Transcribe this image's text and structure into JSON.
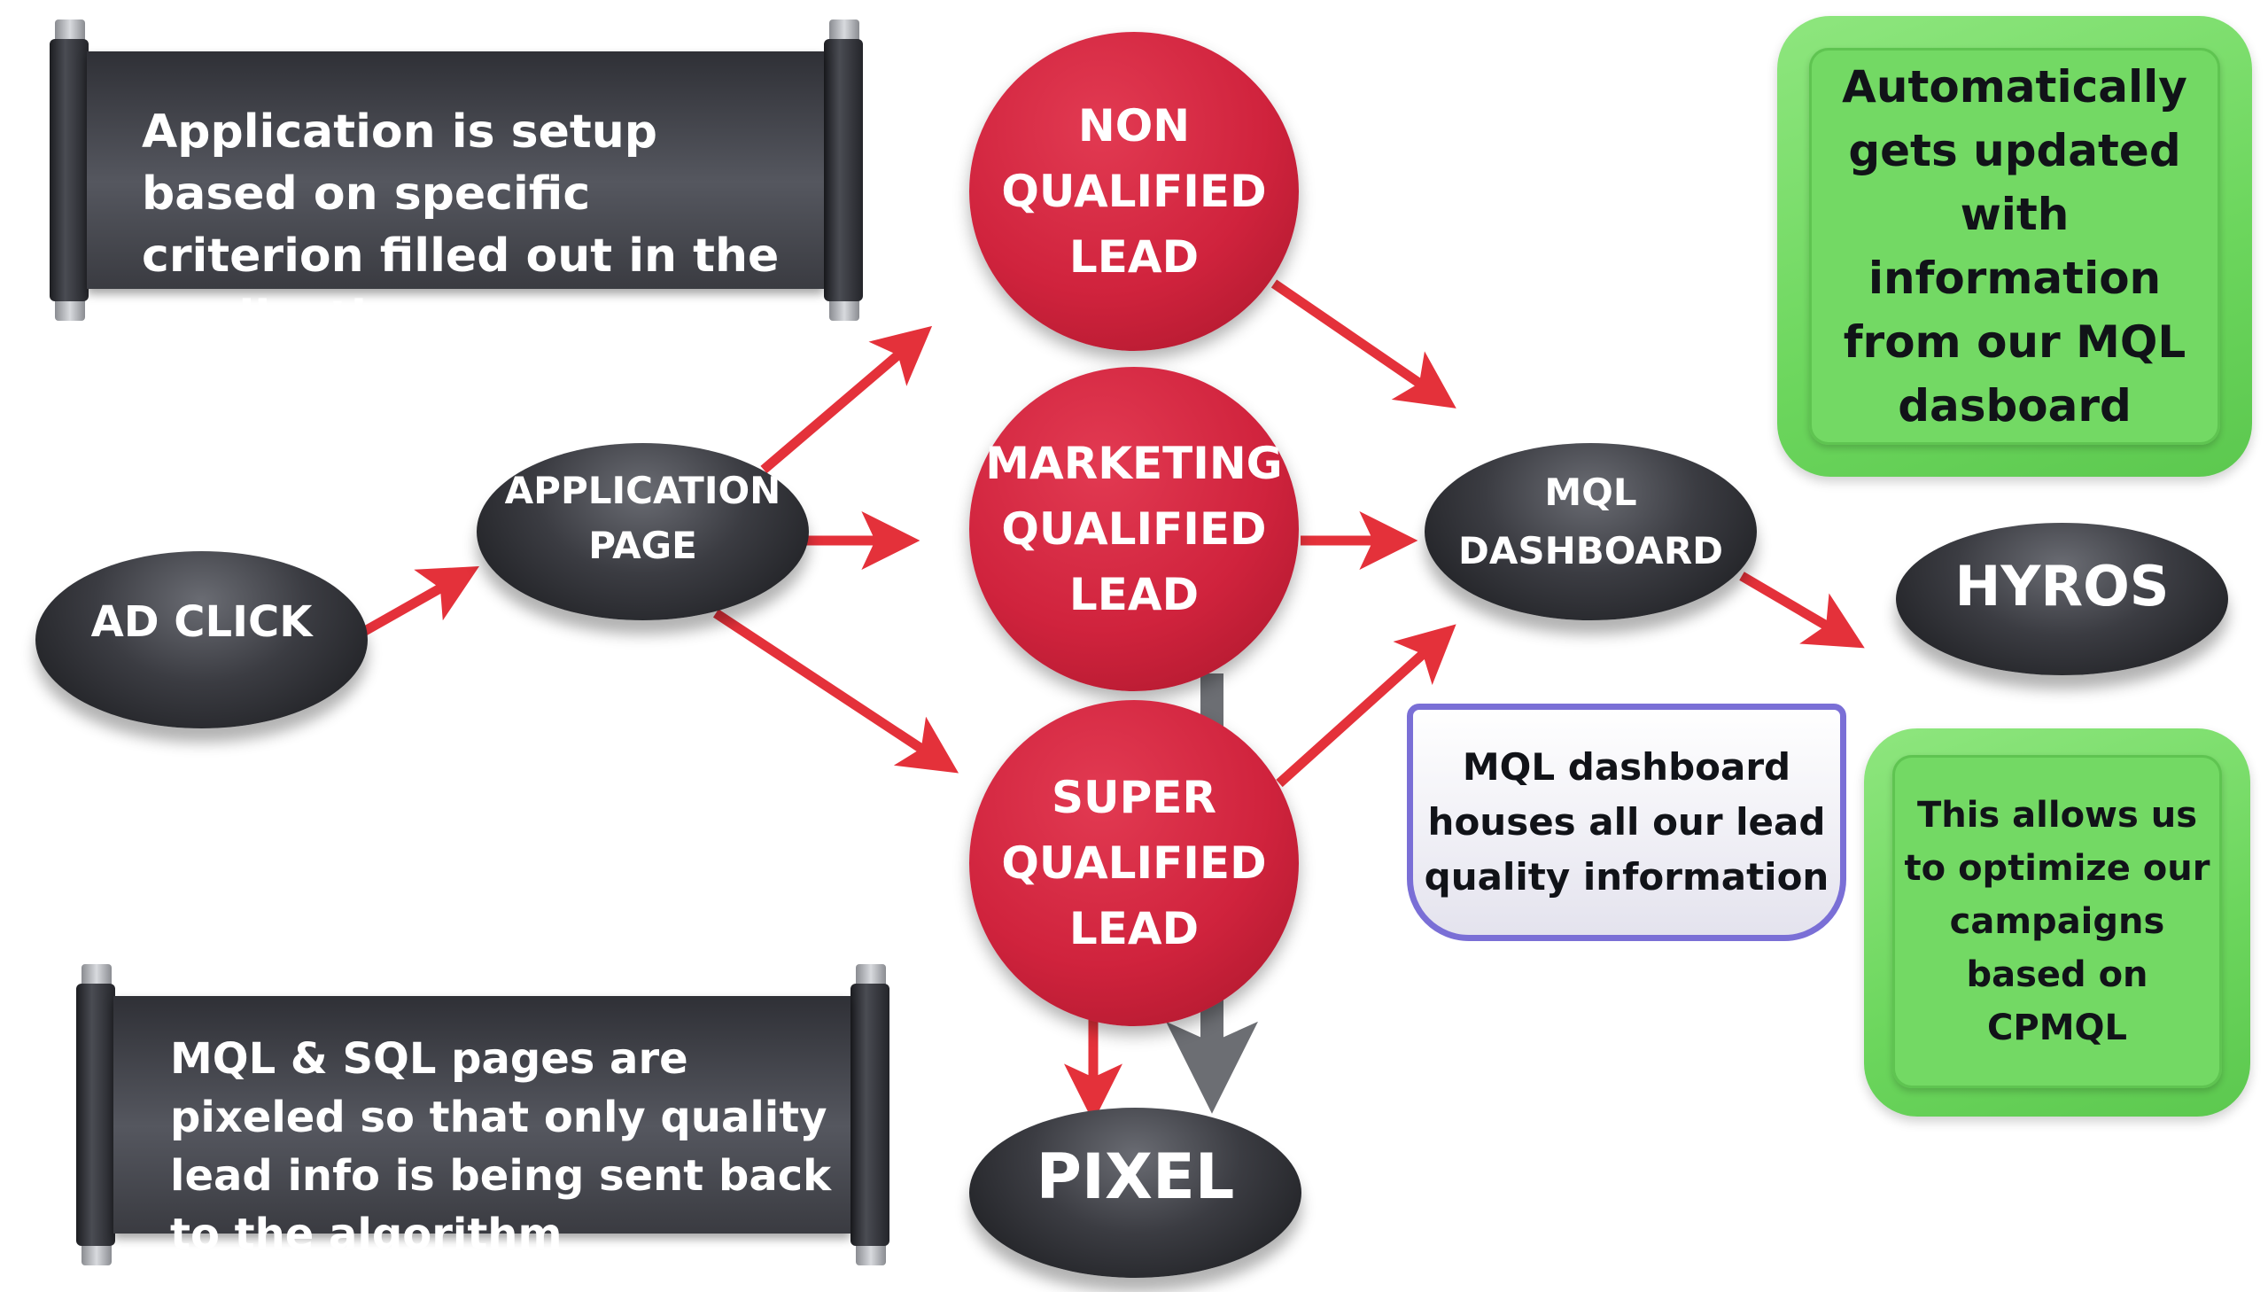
{
  "banner_top": {
    "text": "Application is setup based on specific criterion filled out in the application"
  },
  "banner_bottom": {
    "text": "MQL & SQL pages are pixeled so that only quality lead info is being sent back to the algorithm"
  },
  "nodes": {
    "ad_click": "AD CLICK",
    "application_page": [
      "APPLICATION",
      "PAGE"
    ],
    "non_qualified": [
      "NON",
      "QUALIFIED",
      "LEAD"
    ],
    "marketing_qualified": [
      "MARKETING",
      "QUALIFIED",
      "LEAD"
    ],
    "super_qualified": [
      "SUPER",
      "QUALIFIED",
      "LEAD"
    ],
    "mql_dashboard": [
      "MQL",
      "DASHBOARD"
    ],
    "hyros": "HYROS",
    "pixel": "PIXEL"
  },
  "card_top_right": {
    "text": "Automatically gets updated with information from our MQL dasboard"
  },
  "card_bottom_right": {
    "text": "This allows us to optimize our campaigns based on CPMQL"
  },
  "info_card": {
    "text": "MQL dashboard houses all our lead quality information"
  },
  "colors": {
    "arrow_red": "#e4313a",
    "arrow_gray": "#6c6e73",
    "lead_red": "#d0233d",
    "pill_dark": "#2b2c31",
    "card_green": "#6cd65d",
    "info_border": "#7a6fd6"
  }
}
